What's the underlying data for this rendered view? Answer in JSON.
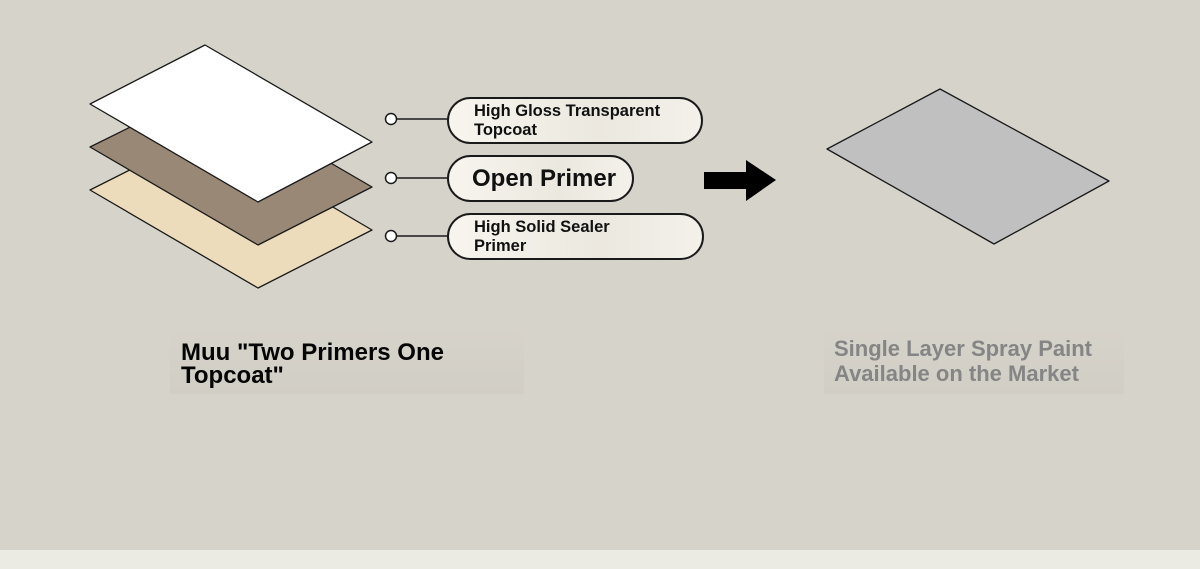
{
  "layers": {
    "topcoat_label": "High Gloss Transparent Topcoat",
    "primer_label": "Open Primer",
    "sealer_label": "High Solid Sealer Primer"
  },
  "captions": {
    "left": "Muu \"Two Primers One Topcoat\"",
    "right": "Single Layer Spray Paint Available on the Market"
  },
  "colors": {
    "background": "#d6d3ca",
    "topcoat": "#ffffff",
    "primer": "#9a8877",
    "sealer": "#eddcbc",
    "single_layer": "#c0c0c0",
    "caption_right": "#858585"
  },
  "icons": {
    "arrow": "right-arrow-icon"
  }
}
